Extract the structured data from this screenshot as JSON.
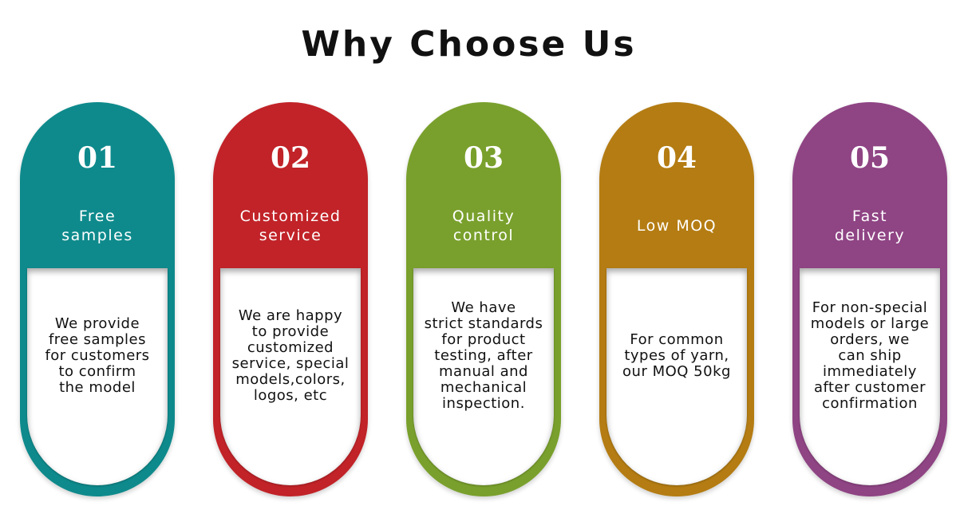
{
  "page": {
    "title": "Why Choose Us"
  },
  "cards": [
    {
      "number": "01",
      "title": "Free\nsamples",
      "description": "We provide\nfree samples\nfor customers\nto confirm\nthe model",
      "color": "#0e8a8c"
    },
    {
      "number": "02",
      "title": "Customized\nservice",
      "description": "We are happy\nto provide\ncustomized\nservice, special\nmodels,colors,\nlogos, etc",
      "color": "#c12328"
    },
    {
      "number": "03",
      "title": "Quality\ncontrol",
      "description": "We have\nstrict standards\nfor product\ntesting, after\nmanual and\nmechanical\ninspection.",
      "color": "#79a02c"
    },
    {
      "number": "04",
      "title": "Low MOQ",
      "description": "For common\ntypes of yarn,\nour MOQ 50kg",
      "color": "#b47c12"
    },
    {
      "number": "05",
      "title": "Fast\ndelivery",
      "description": "For non-special\nmodels or large\norders, we\ncan ship\nimmediately\nafter customer\nconfirmation",
      "color": "#8f4484"
    }
  ]
}
